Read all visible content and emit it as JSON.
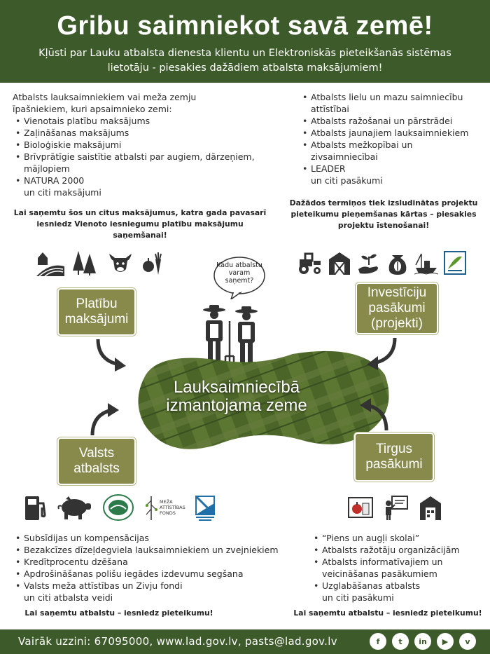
{
  "header": {
    "title": "Gribu saimniekot savā zemē!",
    "subtitle": "Kļūsti par Lauku atbalsta dienesta klientu un Elektroniskās pieteikšanās sistēmas lietotāju - piesakies dažādiem atbalsta maksājumiem!"
  },
  "top_left": {
    "intro": "Atbalsts lauksaimniekiem vai meža zemju īpašniekiem, kuri apsaimnieko zemi:",
    "items": [
      "Vienotais platību maksājums",
      "Zaļināšanas maksājums",
      "Bioloģiskie maksājumi",
      "Brīvprātīgie saistītie atbalsti par augiem, dārzeņiem, mājlopiem",
      "NATURA 2000"
    ],
    "tail": "un citi maksājumi",
    "note": "Lai saņemtu šos un citus maksājumus, katra gada pavasarī iesniedz Vienoto iesniegumu platību maksājumu saņemšanai!"
  },
  "top_right": {
    "items": [
      "Atbalsts lielu un mazu saimniecību attīstībai",
      "Atbalsts ražošanai un pārstrādei",
      "Atbalsts jaunajiem lauksaimniekiem",
      "Atbalsts mežkopībai un zivsaimniecībai",
      "LEADER"
    ],
    "tail": "un citi pasākumi",
    "note": "Dažādos termiņos tiek izsludinātas projektu pieteikumu pieņemšanas kārtas – piesakies projektu īstenošanai!"
  },
  "bubble": "Kādu atbalstu varam saņemt?",
  "center_label": "Lauksaimniecībā izmantojama zeme",
  "boxes": {
    "platibu": "Platību maksājumi",
    "investiciju": "Investīciju pasākumi (projekti)",
    "valsts": "Valsts atbalsts",
    "tirgus": "Tirgus pasākumi"
  },
  "logo_text": {
    "meza": "MEŽA ATTĪSTĪBAS FONDS"
  },
  "bottom_left": {
    "items": [
      "Subsīdijas un kompensācijas",
      "Bezakcīzes dīzeļdegviela lauksaimniekiem un zvejniekiem",
      "Kredītprocentu dzēšana",
      "Apdrošināšanas polišu iegādes izdevumu segšana",
      "Valsts meža attīstības un Zivju fondi"
    ],
    "tail": "un citi atbalsta veidi",
    "note": "Lai saņemtu atbalstu – iesniedz pieteikumu!"
  },
  "bottom_right": {
    "items": [
      "“Piens un augļi skolai”",
      "Atbalsts ražotāju organizācijām",
      "Atbalsts informatīvajiem un veicināšanas pasākumiem",
      "Uzglabāšanas atbalsts"
    ],
    "tail": "un citi pasākumi",
    "note": "Lai saņemtu atbalstu – iesniedz pieteikumu!"
  },
  "footer": {
    "contact": "Vairāk uzzini: 67095000, www.lad.gov.lv, pasts@lad.gov.lv",
    "social": [
      "f",
      "t",
      "in",
      "▶",
      "v"
    ]
  },
  "colors": {
    "brand_green": "#3d5a2a",
    "box_olive": "#878a4b",
    "land_green": "#4f6b2a"
  }
}
